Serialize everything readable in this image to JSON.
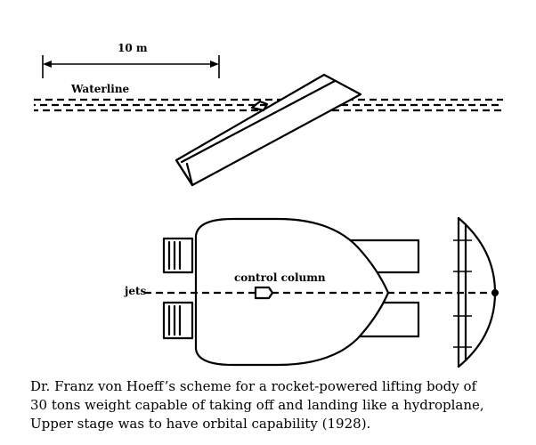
{
  "diagram": {
    "scale_label": "10 m",
    "waterline_label": "Waterline",
    "jets_label": "jets",
    "control_column_label": "control column"
  },
  "caption": {
    "line1": "Dr. Franz von Hoeff’s scheme for a rocket-powered lifting body of",
    "line2": "30 tons weight capable of taking off and landing like a hydroplane,",
    "line3": "Upper stage was to have orbital capability (1928)."
  },
  "colors": {
    "ink": "#000000",
    "paper": "#ffffff"
  }
}
